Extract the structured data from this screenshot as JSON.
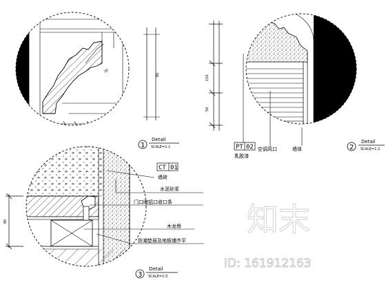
{
  "details": [
    {
      "number": "1",
      "title": "Detail",
      "scale": "SCALE=1:1"
    },
    {
      "number": "2",
      "title": "Detail",
      "scale": "SCALE=1:2"
    },
    {
      "number": "3",
      "title": "Detail",
      "scale": "SCALE=1:5"
    }
  ],
  "detail2_tag": {
    "code": "PT",
    "number": "02",
    "material": "乳胶漆"
  },
  "detail2_labels": {
    "vent": "空调风口",
    "wall": "墙体"
  },
  "detail3_tag": {
    "code": "CT",
    "number": "01",
    "material": "墙砖"
  },
  "detail3_labels": {
    "mortar": "水泥砂浆",
    "threshold": "门口暗铝口收口条",
    "wood_keel": "木龙骨",
    "note": "防潮垫层及地板铺齐平"
  },
  "watermark": {
    "brand": "知末",
    "id": "ID: 161912163"
  }
}
